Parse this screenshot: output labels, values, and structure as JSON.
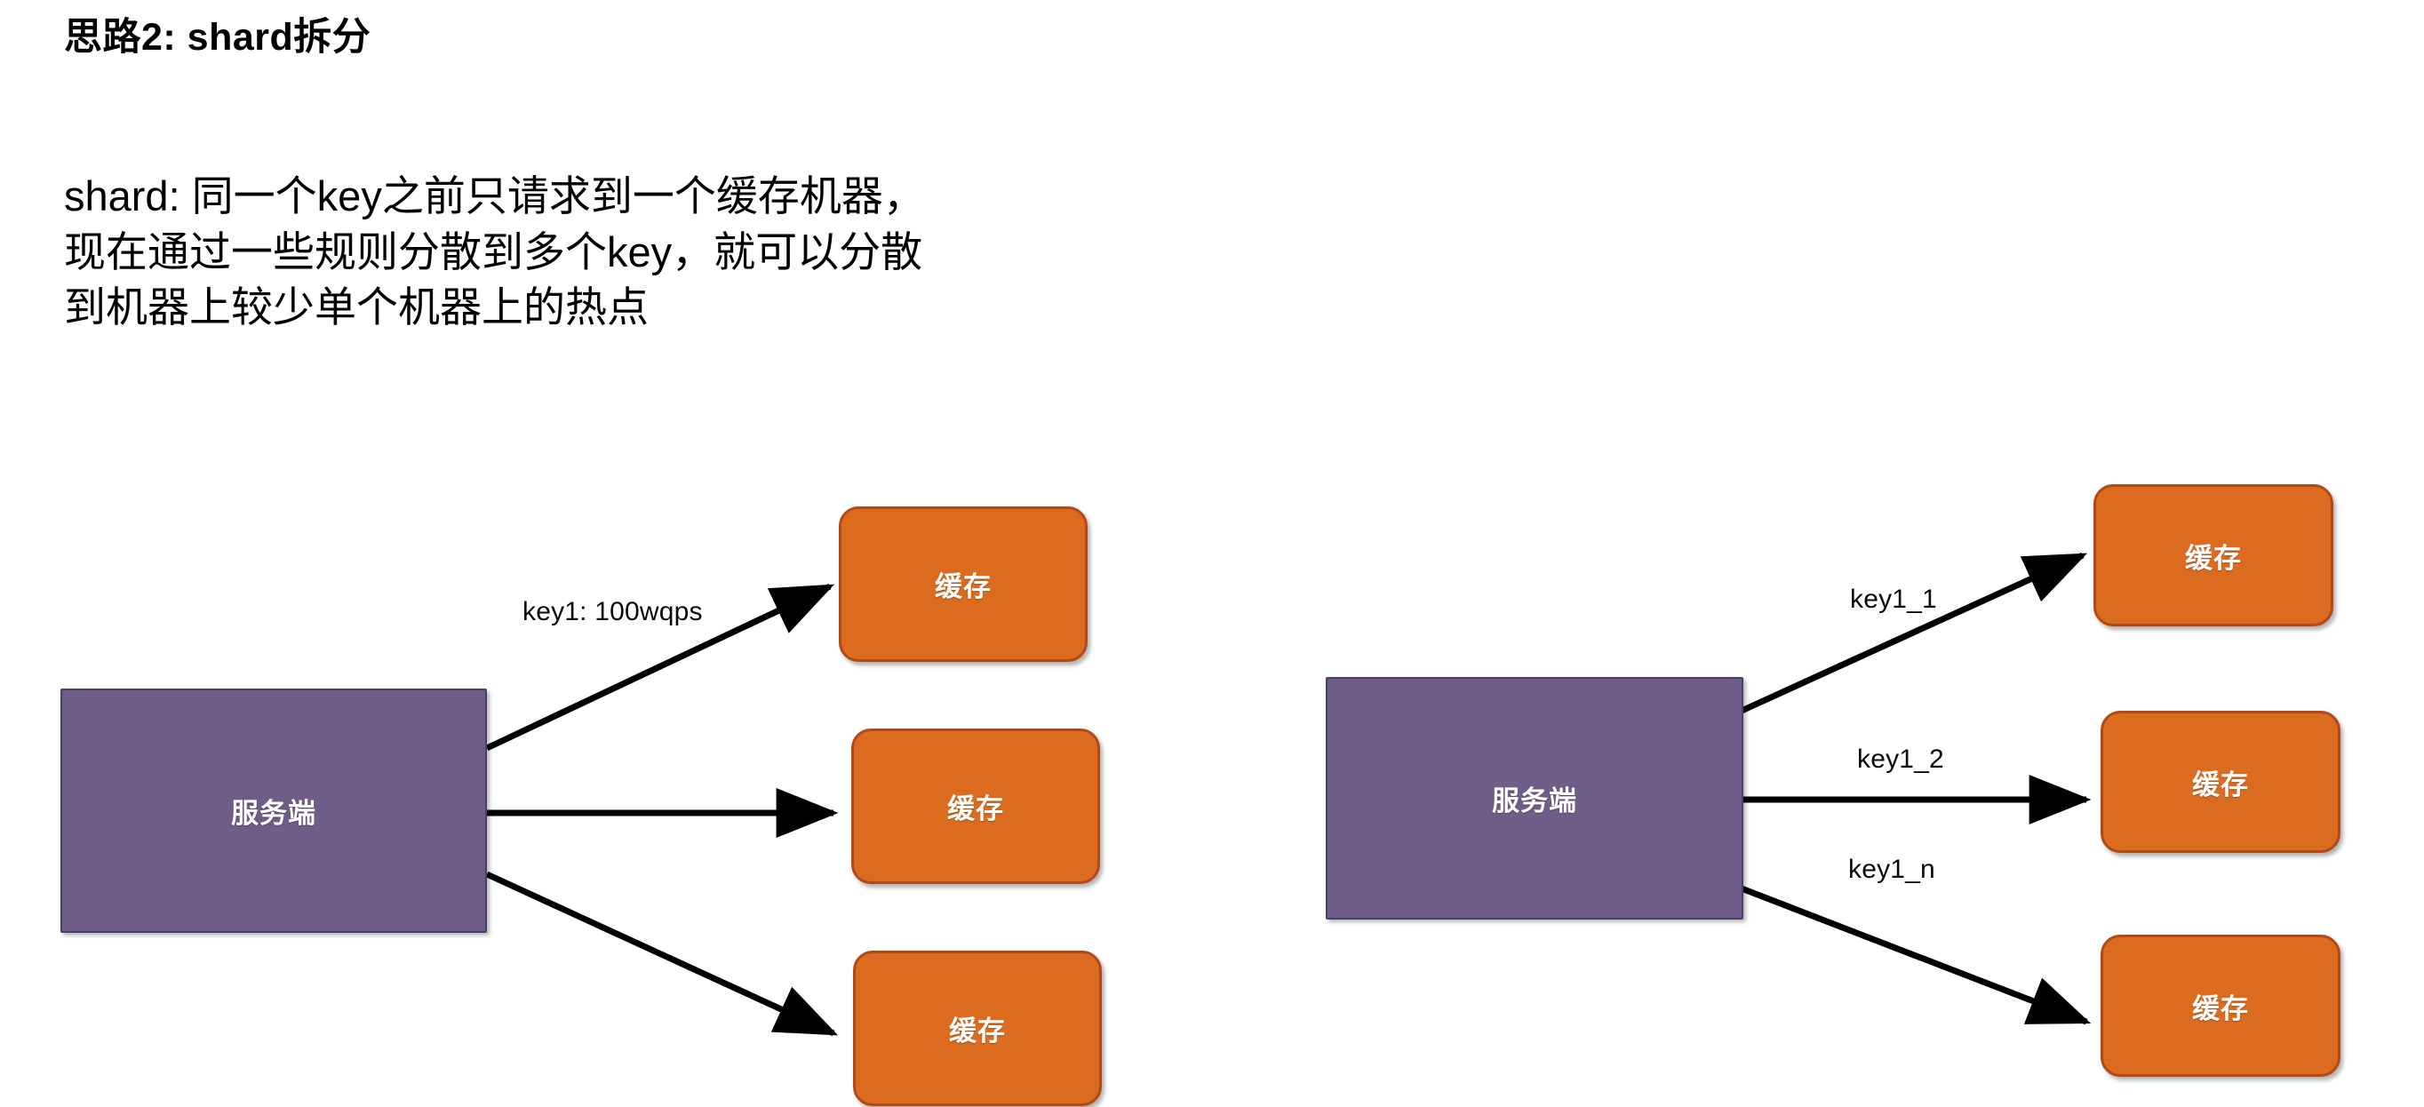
{
  "slide": {
    "background_color": "#ffffff",
    "title": "思路2: shard拆分",
    "body": "shard: 同一个key之前只请求到一个缓存机器，现在通过一些规则分散到多个key，就可以分散到机器上较少单个机器上的热点"
  },
  "colors": {
    "server_fill": "#6E5E87",
    "server_border": "#4C4069",
    "cache_fill": "#DB6B1E",
    "cache_border": "#B24A18",
    "arrow": "#000000",
    "node_text": "#ffffff",
    "text": "#000000"
  },
  "diagrams": [
    {
      "id": "before",
      "server": {
        "label": "服务端"
      },
      "caches": [
        {
          "label": "缓存"
        },
        {
          "label": "缓存"
        },
        {
          "label": "缓存"
        }
      ],
      "edges": [
        {
          "label": "key1: 100wqps"
        },
        {
          "label": ""
        },
        {
          "label": ""
        }
      ]
    },
    {
      "id": "after",
      "server": {
        "label": "服务端"
      },
      "caches": [
        {
          "label": "缓存"
        },
        {
          "label": "缓存"
        },
        {
          "label": "缓存"
        }
      ],
      "edges": [
        {
          "label": "key1_1"
        },
        {
          "label": "key1_2"
        },
        {
          "label": "key1_n"
        }
      ]
    }
  ]
}
